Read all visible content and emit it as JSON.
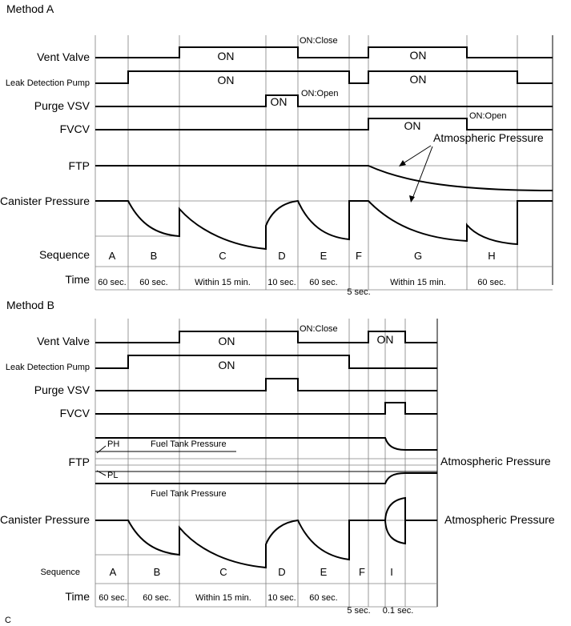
{
  "method_a": {
    "title": "Method A",
    "rows": [
      "Vent Valve",
      "Leak Detection Pump",
      "Purge VSV",
      "FVCV",
      "FTP",
      "Canister Pressure",
      "Sequence",
      "Time"
    ],
    "on_label": "ON",
    "on_close": "ON:Close",
    "on_open": "ON:Open",
    "atmospheric": "Atmospheric Pressure",
    "sequence": [
      "A",
      "B",
      "C",
      "D",
      "E",
      "F",
      "G",
      "H"
    ],
    "time": [
      "60 sec.",
      "60 sec.",
      "Within 15 min.",
      "10 sec.",
      "60 sec.",
      "Within 15 min.",
      "60 sec."
    ],
    "f_time": "5 sec."
  },
  "method_b": {
    "title": "Method B",
    "rows": [
      "Vent Valve",
      "Leak Detection Pump",
      "Purge VSV",
      "FVCV",
      "FTP",
      "Canister Pressure",
      "Sequence",
      "Time"
    ],
    "on_label": "ON",
    "on_close": "ON:Close",
    "ph": "PH",
    "pl": "PL",
    "fuel_tank": "Fuel Tank Pressure",
    "atmospheric": "Atmospheric Pressure",
    "sequence": [
      "A",
      "B",
      "C",
      "D",
      "E",
      "F",
      "I"
    ],
    "time": [
      "60 sec.",
      "60 sec.",
      "Within 15 min.",
      "10 sec.",
      "60 sec."
    ],
    "f_time": "5 sec.",
    "i_time": "0.1 sec."
  },
  "footer_code": "C"
}
